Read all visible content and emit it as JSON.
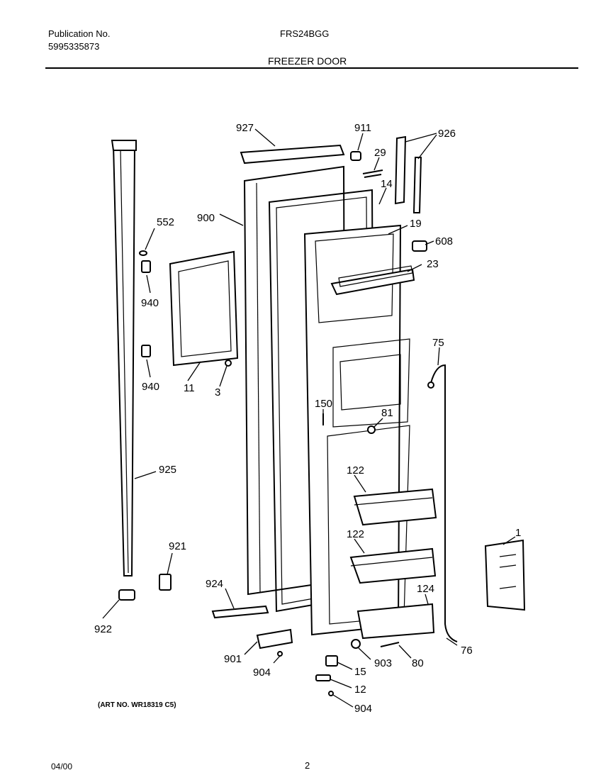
{
  "header": {
    "publication_label": "Publication No.",
    "publication_number": "5995335873",
    "model": "FRS24BGG",
    "title": "FREEZER DOOR"
  },
  "art_number": "(ART NO. WR18319 C5)",
  "footer": {
    "date": "04/00",
    "page": "2"
  },
  "callouts": {
    "c927": "927",
    "c911": "911",
    "c29": "29",
    "c926": "926",
    "c14": "14",
    "c19": "19",
    "c608": "608",
    "c23": "23",
    "c552": "552",
    "c900": "900",
    "c940a": "940",
    "c940b": "940",
    "c11": "11",
    "c3": "3",
    "c75": "75",
    "c150": "150",
    "c81": "81",
    "c925": "925",
    "c122a": "122",
    "c122b": "122",
    "c1": "1",
    "c921": "921",
    "c924": "924",
    "c124": "124",
    "c922": "922",
    "c901": "901",
    "c904a": "904",
    "c15": "15",
    "c903": "903",
    "c80": "80",
    "c76": "76",
    "c12": "12",
    "c904b": "904"
  }
}
